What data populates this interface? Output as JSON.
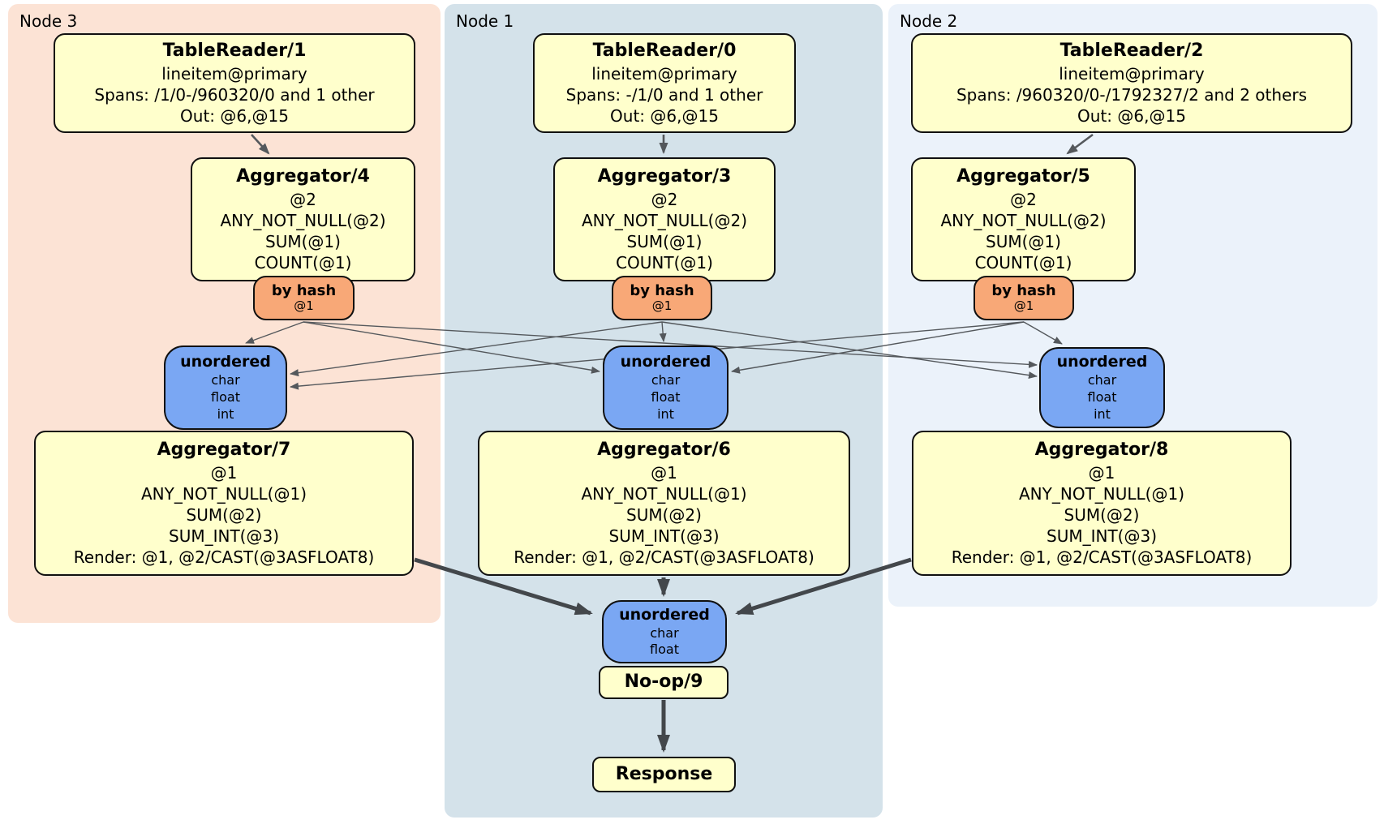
{
  "node_groups": [
    {
      "label": "Node 3"
    },
    {
      "label": "Node 1"
    },
    {
      "label": "Node 2"
    }
  ],
  "colors": {
    "node3_bg": "#fce3d5",
    "node1_bg": "#d4e2ea",
    "node2_bg": "#ebf2fa",
    "processor_bg": "#ffffcc",
    "router_bg": "#f8a877",
    "sync_bg": "#7aa7f3",
    "edge": "#54585c"
  },
  "processors": {
    "tr1": {
      "title": "TableReader/1",
      "lines": [
        "lineitem@primary",
        "Spans: /1/0-/960320/0 and 1 other",
        "Out: @6,@15"
      ]
    },
    "tr0": {
      "title": "TableReader/0",
      "lines": [
        "lineitem@primary",
        "Spans: -/1/0 and 1 other",
        "Out: @6,@15"
      ]
    },
    "tr2": {
      "title": "TableReader/2",
      "lines": [
        "lineitem@primary",
        "Spans: /960320/0-/1792327/2 and 2 others",
        "Out: @6,@15"
      ]
    },
    "agg4": {
      "title": "Aggregator/4",
      "lines": [
        "@2",
        "ANY_NOT_NULL(@2)",
        "SUM(@1)",
        "COUNT(@1)"
      ]
    },
    "agg3": {
      "title": "Aggregator/3",
      "lines": [
        "@2",
        "ANY_NOT_NULL(@2)",
        "SUM(@1)",
        "COUNT(@1)"
      ]
    },
    "agg5": {
      "title": "Aggregator/5",
      "lines": [
        "@2",
        "ANY_NOT_NULL(@2)",
        "SUM(@1)",
        "COUNT(@1)"
      ]
    },
    "agg7": {
      "title": "Aggregator/7",
      "lines": [
        "@1",
        "ANY_NOT_NULL(@1)",
        "SUM(@2)",
        "SUM_INT(@3)",
        "Render: @1, @2/CAST(@3ASFLOAT8)"
      ]
    },
    "agg6": {
      "title": "Aggregator/6",
      "lines": [
        "@1",
        "ANY_NOT_NULL(@1)",
        "SUM(@2)",
        "SUM_INT(@3)",
        "Render: @1, @2/CAST(@3ASFLOAT8)"
      ]
    },
    "agg8": {
      "title": "Aggregator/8",
      "lines": [
        "@1",
        "ANY_NOT_NULL(@1)",
        "SUM(@2)",
        "SUM_INT(@3)",
        "Render: @1, @2/CAST(@3ASFLOAT8)"
      ]
    },
    "noop": {
      "title": "No-op/9"
    },
    "response": {
      "title": "Response"
    }
  },
  "routers": {
    "left": {
      "title": "by hash",
      "detail": "@1"
    },
    "center": {
      "title": "by hash",
      "detail": "@1"
    },
    "right": {
      "title": "by hash",
      "detail": "@1"
    }
  },
  "syncs": {
    "left": {
      "title": "unordered",
      "lines": [
        "char",
        "float",
        "int"
      ]
    },
    "center": {
      "title": "unordered",
      "lines": [
        "char",
        "float",
        "int"
      ]
    },
    "right": {
      "title": "unordered",
      "lines": [
        "char",
        "float",
        "int"
      ]
    },
    "final": {
      "title": "unordered",
      "lines": [
        "char",
        "float"
      ]
    }
  }
}
